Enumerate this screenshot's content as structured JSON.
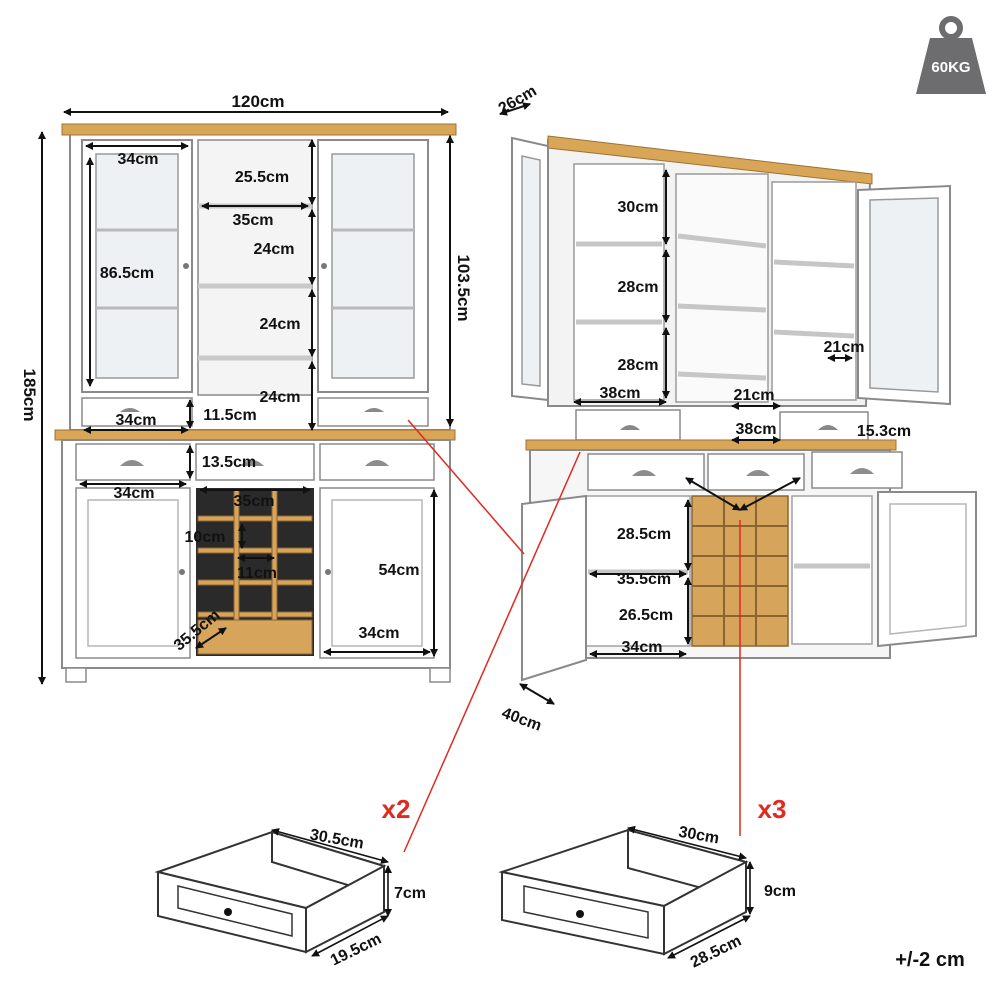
{
  "weight_badge": {
    "text": "60KG",
    "color": "#6d6d6f"
  },
  "tolerance": "+/-2 cm",
  "colors": {
    "cabinet": "#ffffff",
    "outline": "#8a8a8a",
    "wood_top": "#d9a557",
    "wine_rack": "#d7a45c",
    "marker_red": "#e02a1f"
  },
  "front_view": {
    "total_width": "120cm",
    "total_height": "185cm",
    "hutch_height": "103.5cm",
    "glass_door_width": "34cm",
    "glass_door_height": "86.5cm",
    "top_shelf_height": "25.5cm",
    "center_shelf_width": "35cm",
    "shelf_gap_1": "24cm",
    "shelf_gap_2": "24cm",
    "shelf_gap_3": "24cm",
    "small_drawer_width": "34cm",
    "small_drawer_height": "11.5cm",
    "base_drawer_height": "13.5cm",
    "base_drawer_width": "34cm",
    "wine_rack_width": "35cm",
    "wine_cell_height": "10cm",
    "wine_cell_width": "11cm",
    "wine_rack_depth": "35.5cm",
    "base_door_height": "54cm",
    "base_door_width": "34cm"
  },
  "side_view": {
    "hutch_depth": "26cm",
    "shelf_30": "30cm",
    "shelf_28a": "28cm",
    "shelf_28b": "28cm",
    "inner_width_38": "38cm",
    "right_shelf_21": "21cm",
    "center_21": "21cm",
    "center_38": "38cm",
    "drawer_15_3": "15.3cm",
    "base_28_5": "28.5cm",
    "base_35_5": "35.5cm",
    "base_26_5": "26.5cm",
    "base_34": "34cm",
    "base_depth": "40cm"
  },
  "drawer_small": {
    "count": "x2",
    "length": "30.5cm",
    "height": "7cm",
    "width": "19.5cm"
  },
  "drawer_large": {
    "count": "x3",
    "length": "30cm",
    "height": "9cm",
    "width": "28.5cm"
  }
}
